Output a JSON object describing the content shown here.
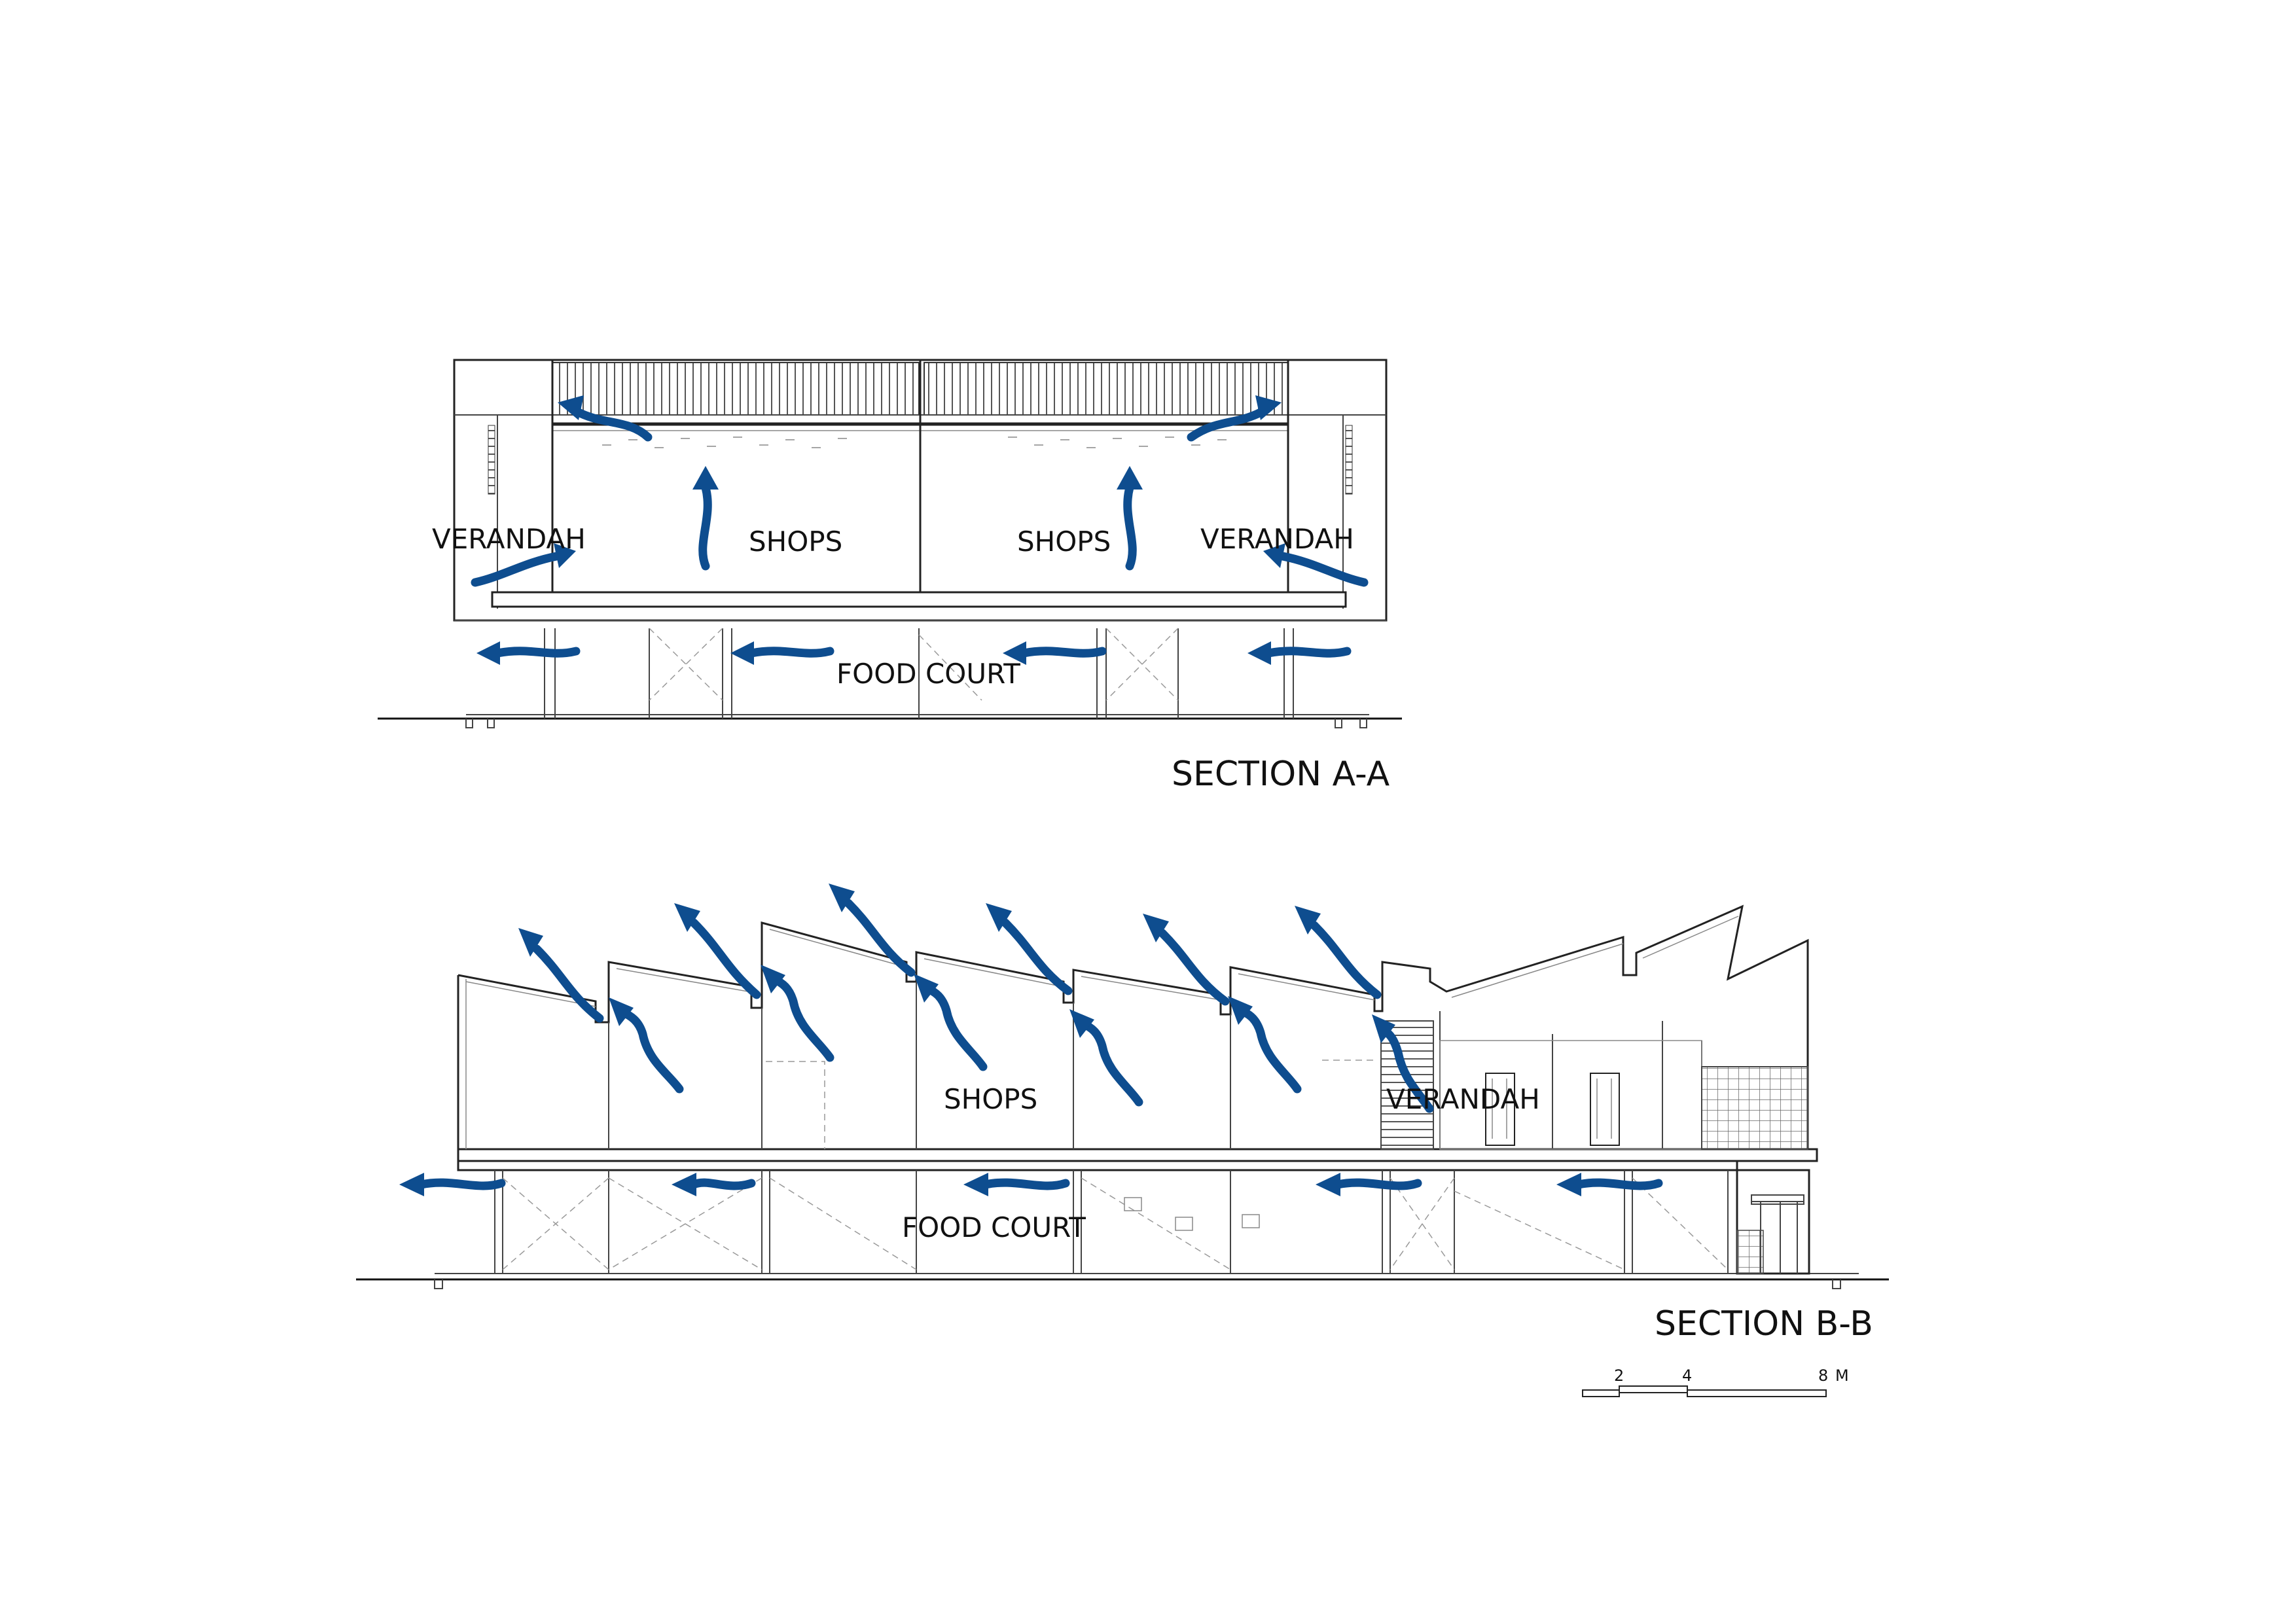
{
  "section_a": {
    "title": "SECTION A-A",
    "labels": {
      "verandah_left": "VERANDAH",
      "shops_left": "SHOPS",
      "shops_right": "SHOPS",
      "verandah_right": "VERANDAH",
      "food_court": "FOOD COURT"
    }
  },
  "section_b": {
    "title": "SECTION B-B",
    "labels": {
      "shops": "SHOPS",
      "verandah": "VERANDAH",
      "food_court": "FOOD COURT"
    }
  },
  "scale_bar": {
    "ticks": [
      "2",
      "4",
      "8"
    ],
    "unit": "M"
  },
  "colors": {
    "airflow_arrows": "#0e4d8f",
    "linework": "#222222"
  }
}
